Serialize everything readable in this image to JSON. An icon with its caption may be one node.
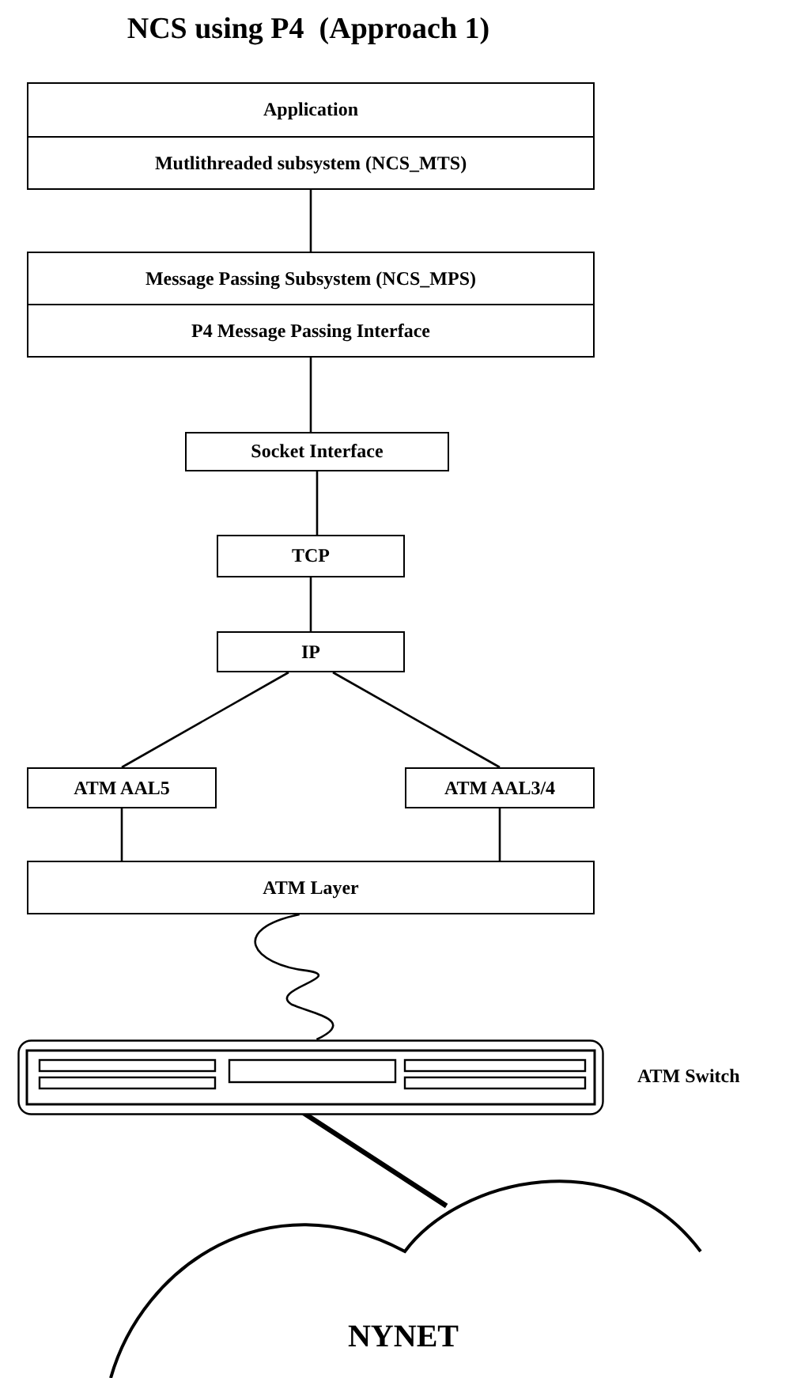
{
  "diagram": {
    "title": "NCS using P4  (Approach 1)",
    "nodes": [
      {
        "text": [
          "Application"
        ]
      },
      {
        "text": [
          "Mutlithreaded subsystem (NCS_MTS)"
        ]
      },
      {
        "text": [
          "Message Passing Subsystem (NCS_MPS)"
        ]
      },
      {
        "text": [
          "P4 Message Passing Interface"
        ]
      },
      {
        "text": [
          "Socket Interface"
        ]
      },
      {
        "text": [
          "TCP"
        ]
      },
      {
        "text": [
          "IP"
        ]
      },
      {
        "text": [
          "ATM AAL5"
        ]
      },
      {
        "text": [
          "ATM AAL3/4"
        ]
      },
      {
        "text": [
          "ATM Layer"
        ]
      },
      {
        "text": [],
        "shape": "box",
        "beside": [
          "ATM Switch"
        ]
      },
      {
        "text": [
          "NYNET"
        ]
      }
    ],
    "edges": [
      {
        "from": 1,
        "to": 2,
        "arrow": "none"
      },
      {
        "from": 3,
        "to": 4,
        "arrow": "none"
      },
      {
        "from": 4,
        "to": 5,
        "arrow": "none"
      },
      {
        "from": 5,
        "to": 6,
        "arrow": "none"
      },
      {
        "from": 6,
        "to": 7,
        "arrow": "none"
      },
      {
        "from": 6,
        "to": 8,
        "arrow": "none"
      },
      {
        "from": 7,
        "to": 9,
        "arrow": "none"
      },
      {
        "from": 8,
        "to": 9,
        "arrow": "none"
      },
      {
        "from": 9,
        "to": 10,
        "arrow": "none"
      },
      {
        "from": 10,
        "to": 11,
        "arrow": "none",
        "style": "thick"
      }
    ]
  }
}
